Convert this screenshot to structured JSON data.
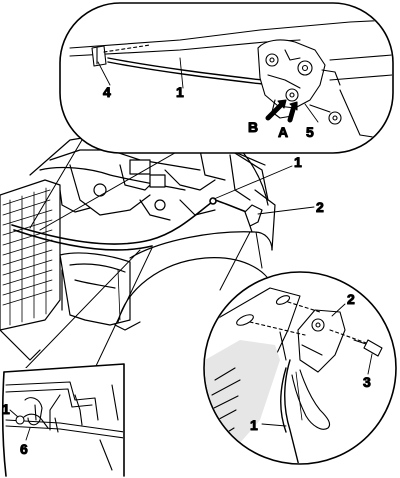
{
  "callouts": {
    "top_1": "1",
    "top_4": "4",
    "top_5": "5",
    "top_A": "A",
    "top_B": "B",
    "main_1": "1",
    "main_2": "2",
    "br_2": "2",
    "br_3": "3",
    "br_1": "1",
    "bl_1": "1",
    "bl_6": "6"
  },
  "colors": {
    "ink": "#000000",
    "paper": "#ffffff",
    "shade": "#d8d8d8"
  }
}
